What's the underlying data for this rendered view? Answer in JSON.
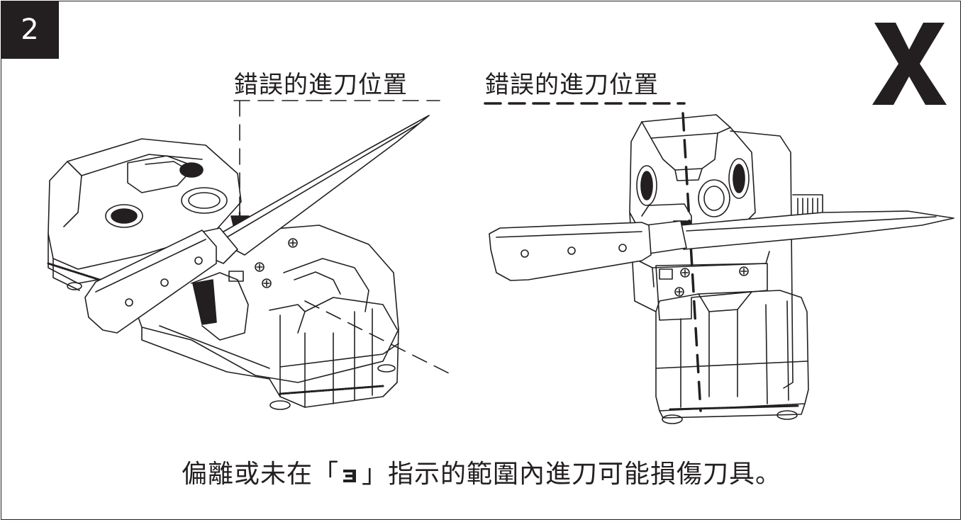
{
  "step": {
    "number": "2"
  },
  "mark": {
    "icon": "x-wrong-mark-icon"
  },
  "labels": {
    "left": "錯誤的進刀位置",
    "right": "錯誤的進刀位置"
  },
  "caption": {
    "before": "偏離或未在「",
    "slot_icon": "blade-slot-symbol-icon",
    "after": "」指示的範圍內進刀可能損傷刀具。"
  },
  "colors": {
    "ink": "#231f20",
    "background": "#ffffff"
  }
}
